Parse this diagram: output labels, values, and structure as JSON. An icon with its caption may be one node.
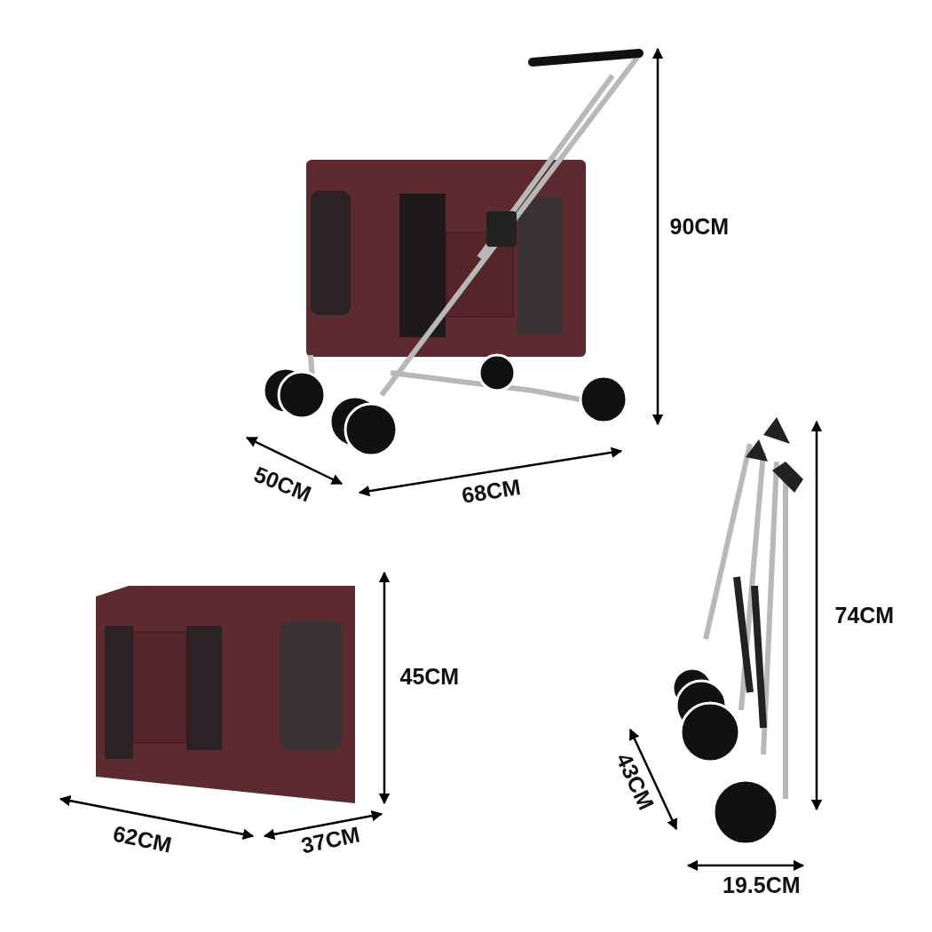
{
  "diagram": {
    "labels": [
      "90CM",
      "50CM",
      "68CM",
      "45CM",
      "62CM",
      "37CM",
      "74CM",
      "43CM",
      "19.5CM"
    ]
  }
}
